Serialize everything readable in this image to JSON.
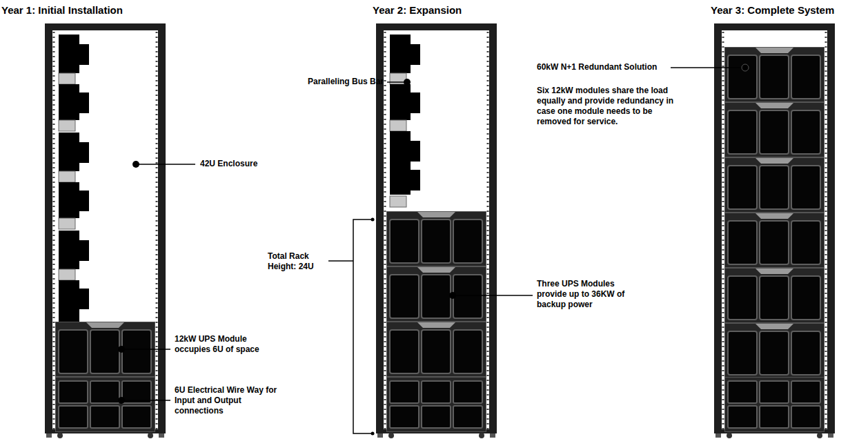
{
  "diagram": {
    "labels": [
      "Year 1: Initial Installation",
      "Year 2: Expansion",
      "Year 3: Complete System",
      "42U Enclosure",
      "12kW UPS Module occupies 6U of space",
      "6U Electrical Wire Way for Input and Output connections",
      "Paralleling Bus Bar",
      "Total Rack Height: 24U",
      "Three UPS Modules provide up to 36KW of backup power",
      "60kW N+1 Redundant Solution",
      "Six 12kW modules share the load equally and provide redundancy in case one module needs to be removed for service."
    ]
  }
}
